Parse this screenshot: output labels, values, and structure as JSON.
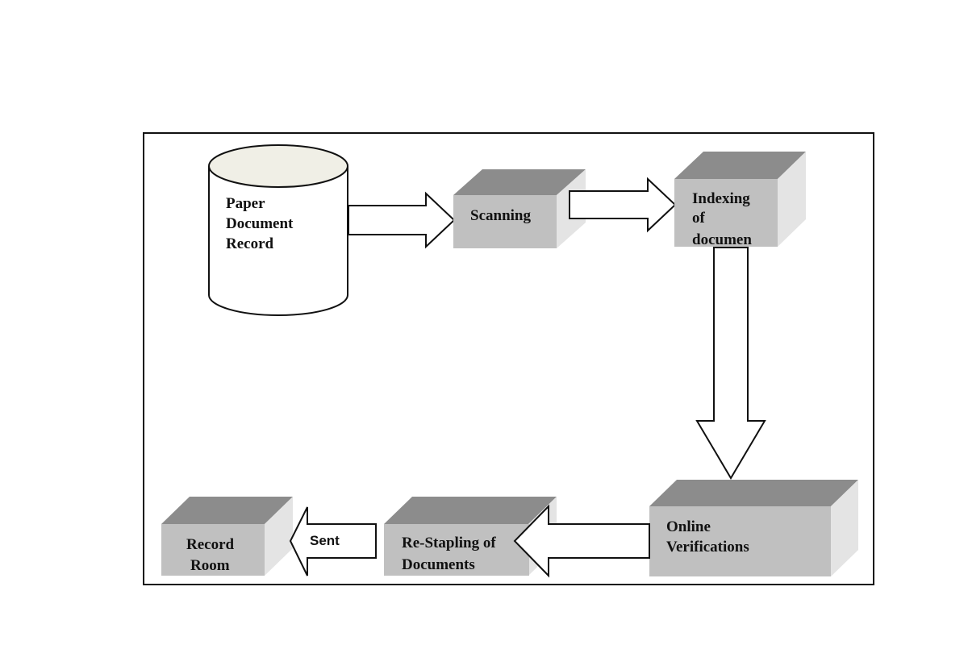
{
  "diagram": {
    "nodes": {
      "paper_record": {
        "lines": [
          "Paper",
          "Document",
          "Record"
        ]
      },
      "scanning": {
        "lines": [
          "Scanning"
        ]
      },
      "indexing": {
        "lines": [
          "Indexing",
          "of",
          "documen"
        ]
      },
      "online_verification": {
        "lines": [
          "Online",
          "Verifications"
        ]
      },
      "restapling": {
        "lines": [
          "Re-Stapling of",
          "Documents"
        ]
      },
      "record_room": {
        "lines": [
          "Record",
          "Room"
        ]
      }
    },
    "edges": {
      "sent_label": "Sent"
    }
  },
  "colors": {
    "box_front": "#c0c0c0",
    "box_top": "#8c8c8c",
    "box_side": "#e4e4e4",
    "cylinder_top": "#f0efe6",
    "arrow_fill": "#ffffff",
    "stroke": "#111111"
  }
}
